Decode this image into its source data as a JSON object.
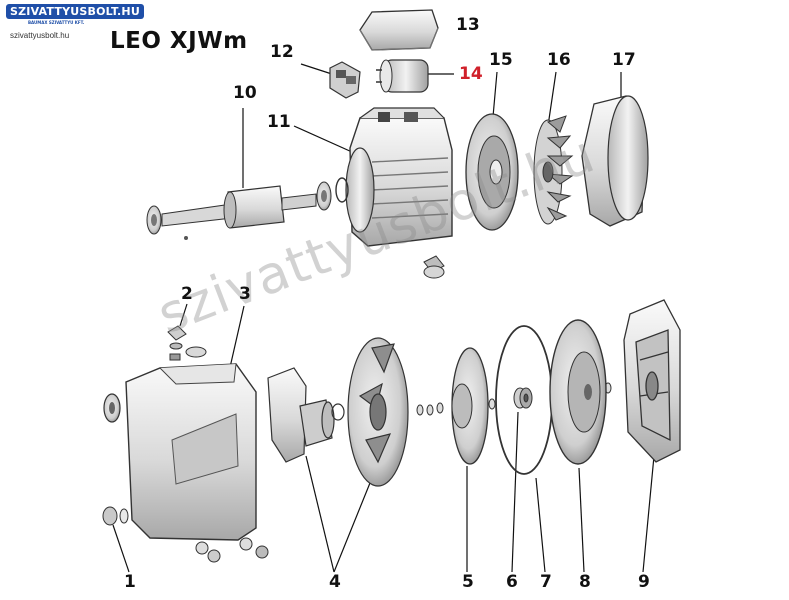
{
  "logo": {
    "brand": "SZIVATTYUSBOLT.HU",
    "tagline": "BAUMAX SZIVATTYU KFT.",
    "domain": "szivattyusbolt.hu"
  },
  "title": "LEO XJWm",
  "watermark": "szivattyusbolt.hu",
  "callouts": {
    "n1": "1",
    "n2": "2",
    "n3": "3",
    "n4": "4",
    "n5": "5",
    "n6": "6",
    "n7": "7",
    "n8": "8",
    "n9": "9",
    "n10": "10",
    "n11": "11",
    "n12": "12",
    "n13": "13",
    "n14": "14",
    "n15": "15",
    "n16": "16",
    "n17": "17"
  },
  "colors": {
    "highlight": "#d0202a",
    "brand": "#1f4fa8",
    "part_fill": "#e6e6e6",
    "part_shade": "#9a9a9a",
    "outline": "#3a3a3a"
  }
}
